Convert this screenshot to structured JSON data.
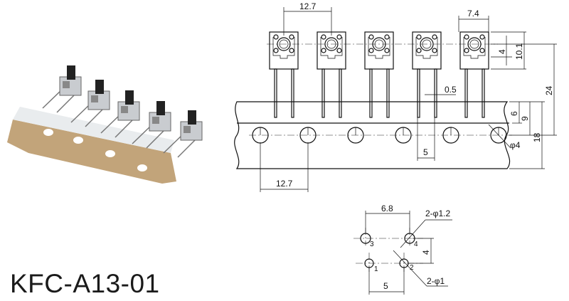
{
  "model": "KFC-A13-01",
  "tape_drawing": {
    "component_pitch": "12.7",
    "body_width": "7.4",
    "dim_4": "4",
    "dim_10_1": "10.1",
    "dim_24": "24",
    "lead_width": "0.5",
    "dim_6": "6",
    "dim_9": "9",
    "dim_18": "18",
    "hole_dia": "φ4",
    "lead_spacing": "5",
    "hole_pitch": "12.7"
  },
  "pcb_layout": {
    "dim_6_8": "6.8",
    "dim_4": "4",
    "dim_5": "5",
    "large_holes": "2-φ1.2",
    "small_holes": "2-φ1",
    "pins": [
      "1",
      "2",
      "3",
      "4"
    ]
  }
}
